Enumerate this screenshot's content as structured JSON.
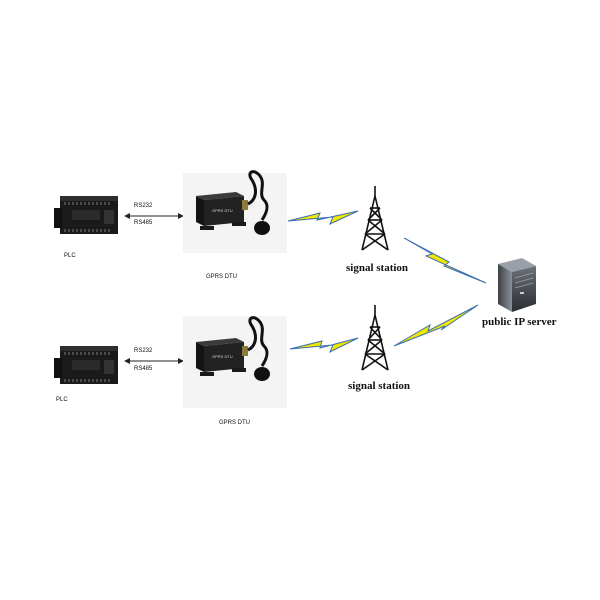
{
  "diagram": {
    "nodes": {
      "plc_top": {
        "label": "PLC"
      },
      "plc_bottom": {
        "label": "PLC"
      },
      "dtu_top": {
        "label": "GPRS  DTU",
        "badge": "GPRS DTU"
      },
      "dtu_bottom": {
        "label": "GPRS  DTU",
        "badge": "GPRS DTU"
      },
      "tower_top": {
        "label": "signal station"
      },
      "tower_bottom": {
        "label": "signal station"
      },
      "server": {
        "label": "public IP server"
      }
    },
    "links": {
      "top": {
        "serial_1": "RS232",
        "serial_2": "RS485"
      },
      "bottom": {
        "serial_1": "RS232",
        "serial_2": "RS485"
      }
    },
    "colors": {
      "bolt_fill": "#f2e600",
      "bolt_stroke": "#3a6fb0",
      "device_dark": "#1c1c1c",
      "server_grey": "#5b6066"
    }
  }
}
